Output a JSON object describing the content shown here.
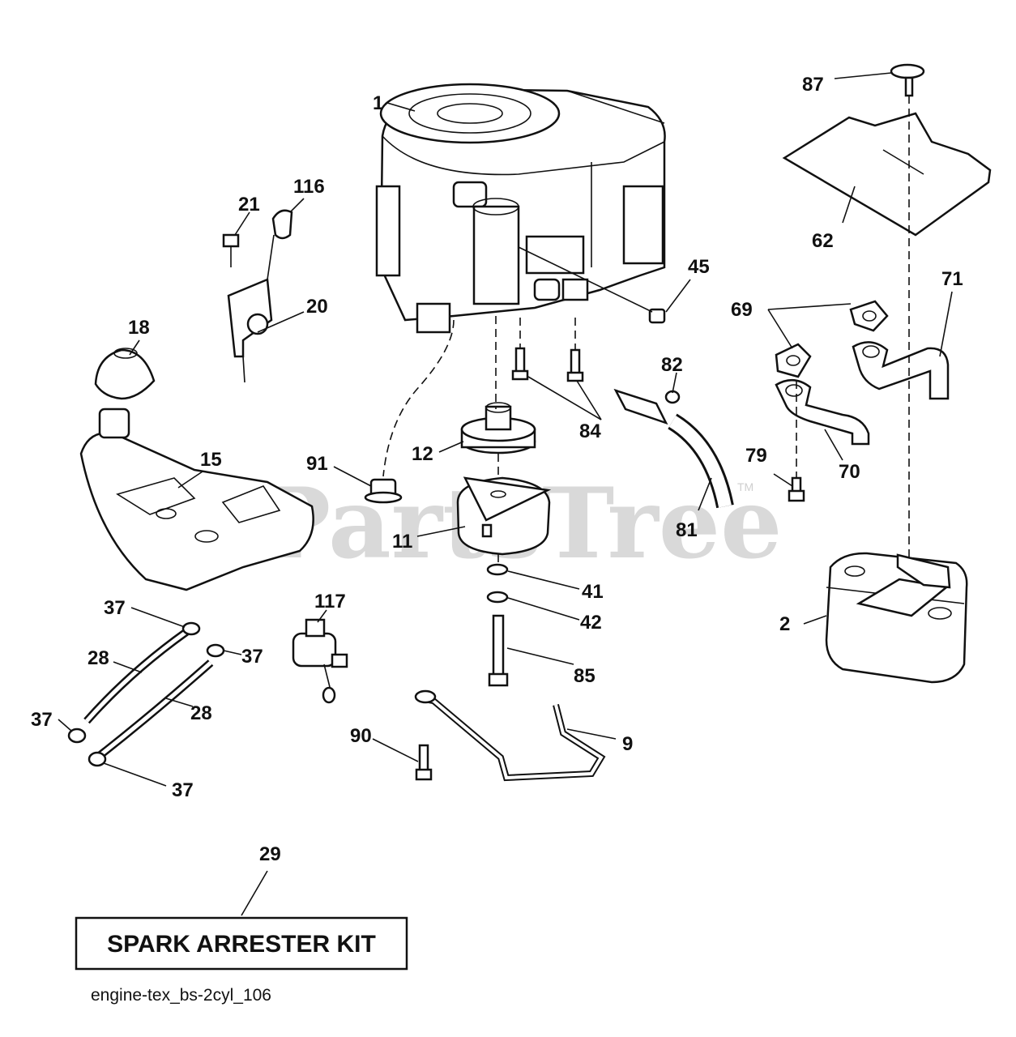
{
  "watermark": {
    "brand": "PartsTree",
    "trademark": "TM"
  },
  "kit_box": {
    "label": "SPARK ARRESTER KIT",
    "callout": "29"
  },
  "caption": "engine-tex_bs-2cyl_106",
  "callouts": {
    "c1": "1",
    "c2": "2",
    "c9": "9",
    "c11": "11",
    "c12": "12",
    "c15": "15",
    "c18": "18",
    "c20": "20",
    "c21": "21",
    "c28a": "28",
    "c28b": "28",
    "c37a": "37",
    "c37b": "37",
    "c37c": "37",
    "c37d": "37",
    "c41": "41",
    "c42": "42",
    "c45": "45",
    "c62": "62",
    "c69": "69",
    "c70": "70",
    "c71": "71",
    "c79": "79",
    "c81": "81",
    "c82": "82",
    "c84": "84",
    "c85": "85",
    "c87": "87",
    "c90": "90",
    "c91": "91",
    "c116": "116",
    "c117": "117"
  }
}
